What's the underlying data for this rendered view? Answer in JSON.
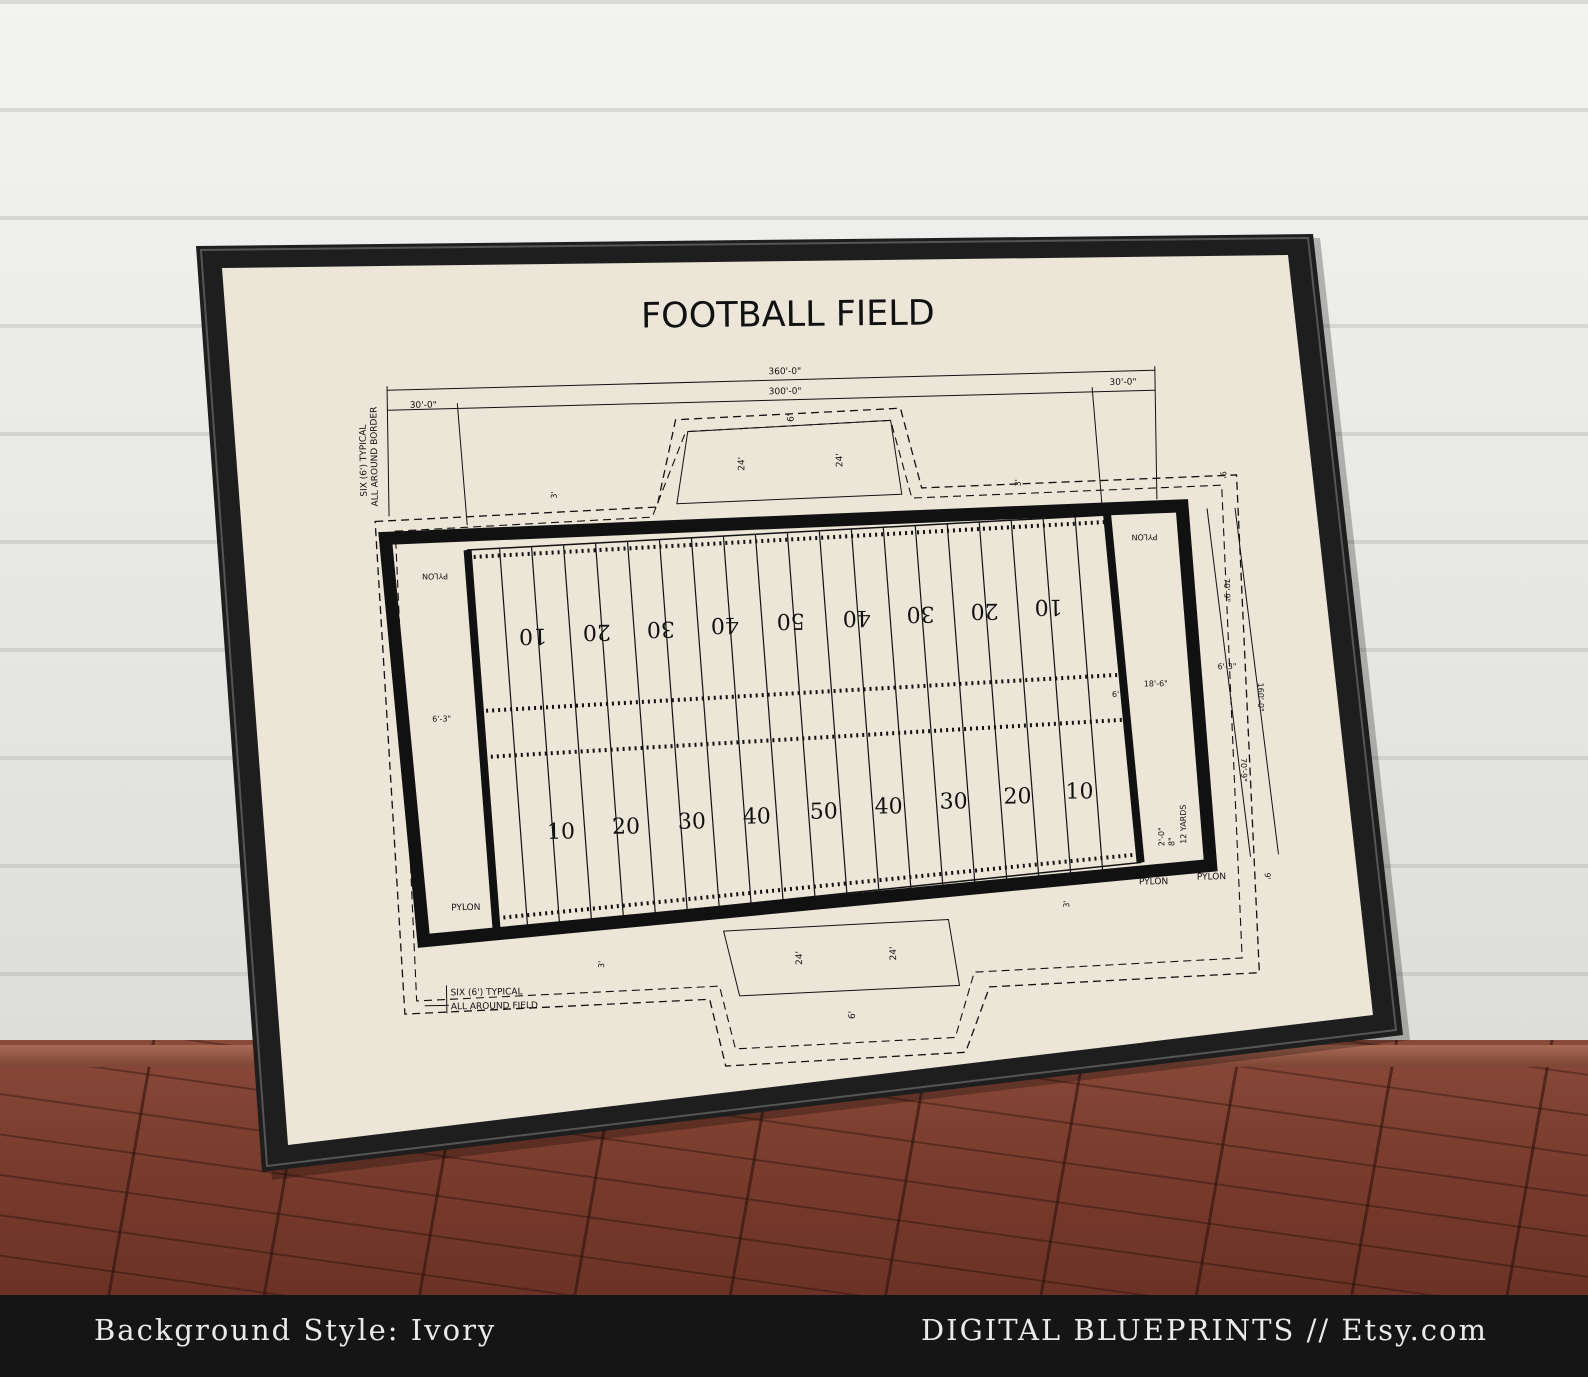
{
  "poster": {
    "title": "FOOTBALL FIELD",
    "dimensions": {
      "overall_length": "360'-0\"",
      "field_length": "300'-0\"",
      "end_zone_left": "30'-0\"",
      "end_zone_right": "30'-0\"",
      "width": "160'-0\"",
      "side_offset_top": "70'-9\"",
      "side_offset_bottom": "70'-9\"",
      "hash_width": "18'-6\"",
      "border_left": "6'-3\"",
      "border_right": "6'-3\"",
      "goal_offset": "6'",
      "bench_depth": "24'",
      "bench_gap": "6'",
      "border_gap": "3'",
      "outer_gap": "9'",
      "try_line": "2'-0\"",
      "try_line_width": "8\"",
      "twelve_yards": "12 YARDS"
    },
    "notes": {
      "border_note_line1": "SIX (6') TYPICAL",
      "border_note_line2": "ALL AROUND BORDER",
      "field_note_line1": "SIX (6') TYPICAL",
      "field_note_line2": "ALL AROUND FIELD",
      "pylon": "PYLON"
    },
    "yard_numbers": [
      "10",
      "20",
      "30",
      "40",
      "50",
      "40",
      "30",
      "20",
      "10"
    ]
  },
  "footer": {
    "background_style": "Background Style: Ivory",
    "brand": "DIGITAL BLUEPRINTS // Etsy.com"
  },
  "colors": {
    "paper": "#ebe6d8",
    "frame": "#1e1e1e",
    "footer_bar": "#151515"
  }
}
